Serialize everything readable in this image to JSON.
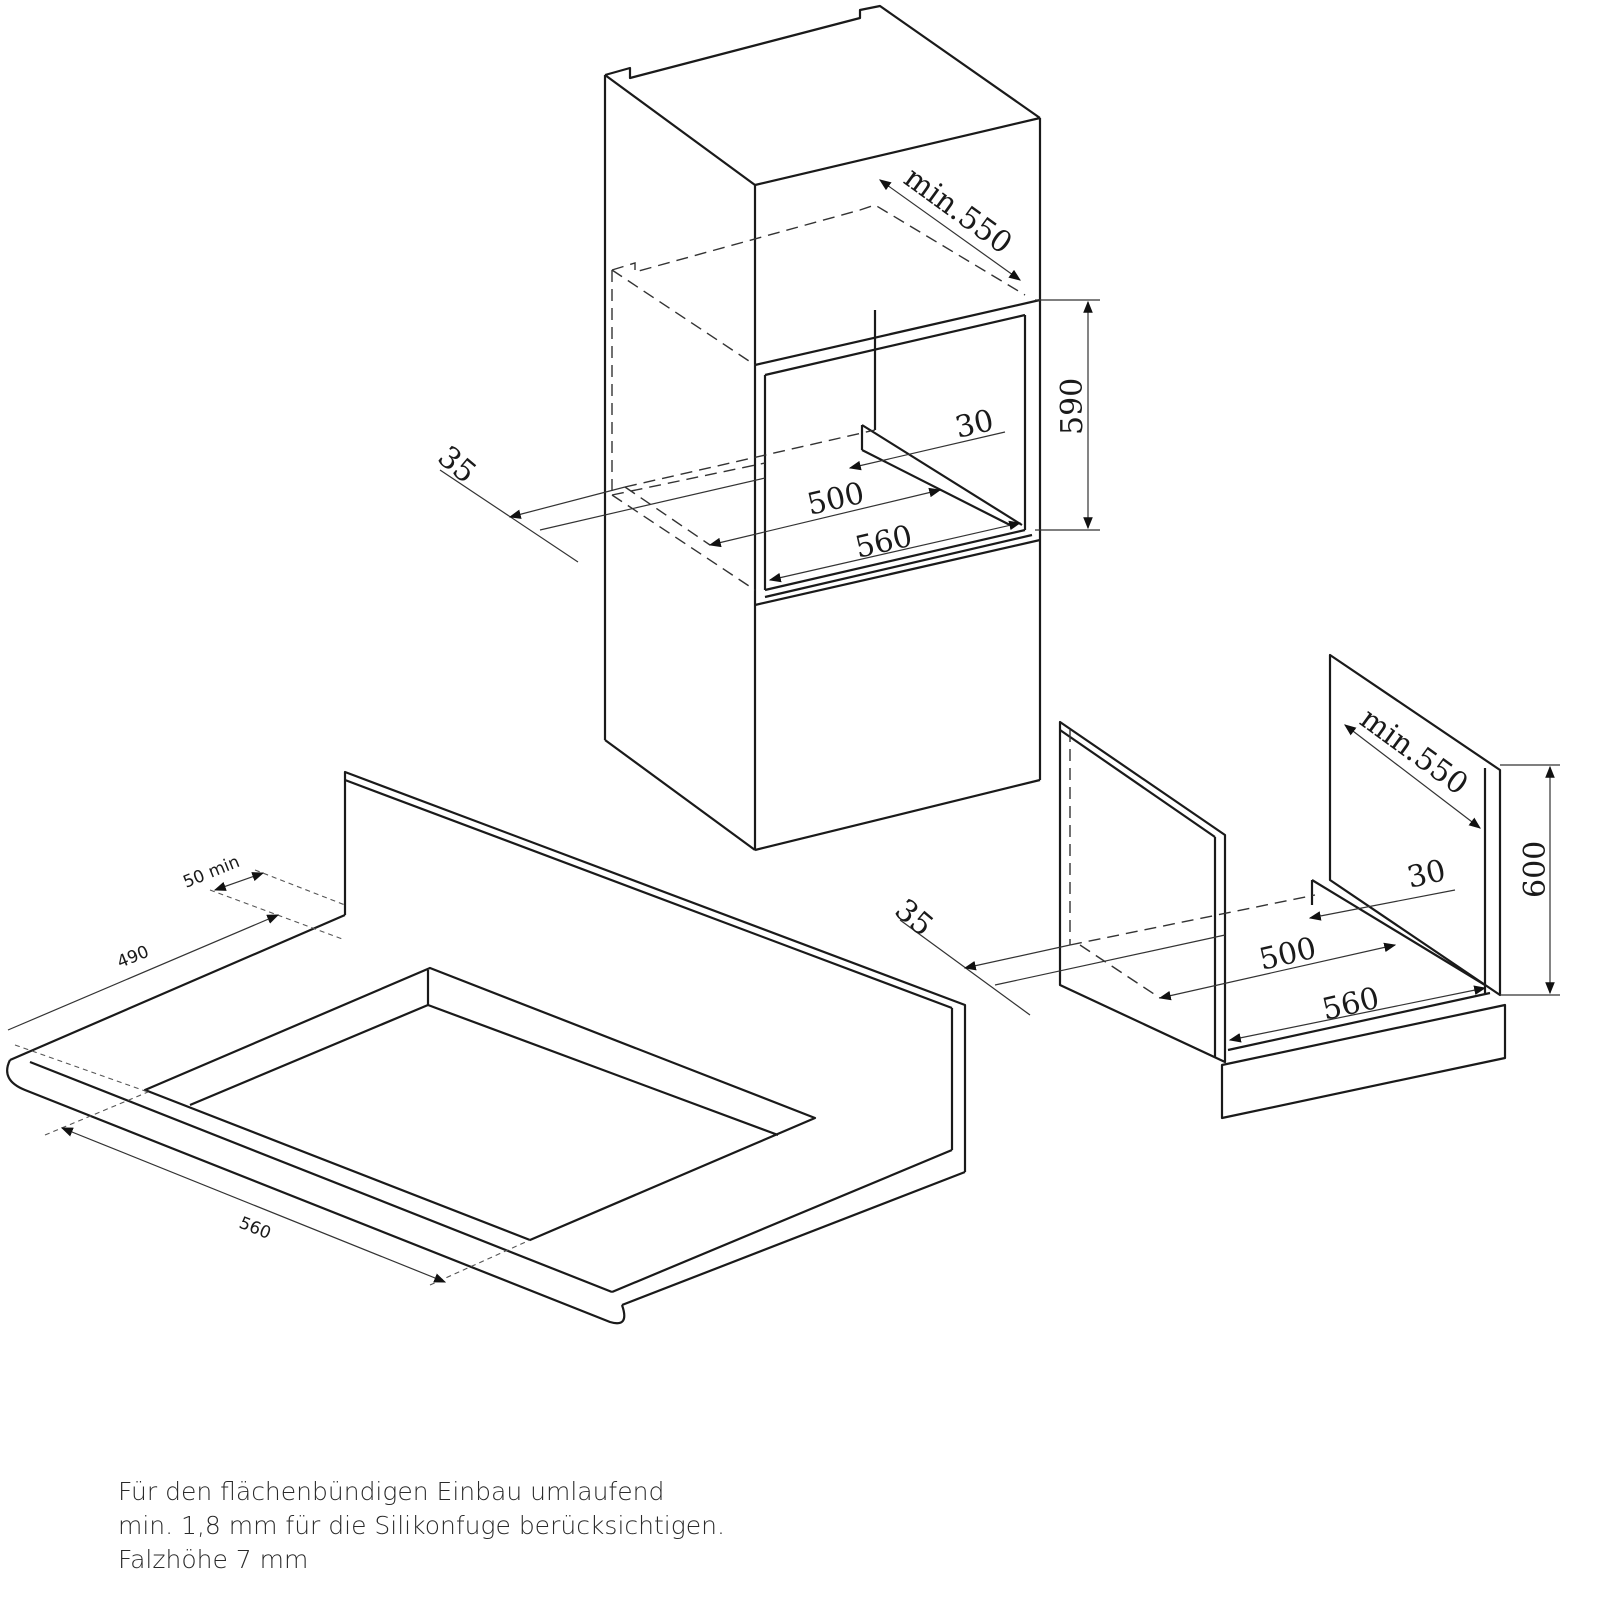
{
  "tall_cabinet": {
    "depth_label": "min.550",
    "height_label": "590",
    "rail_label": "30",
    "inner_width_label": "500",
    "width_label": "560",
    "offset_label": "35"
  },
  "base_cabinet": {
    "depth_label": "min.550",
    "height_label": "600",
    "rail_label": "30",
    "inner_width_label": "500",
    "width_label": "560",
    "offset_label": "35"
  },
  "worktop": {
    "depth_label": "490",
    "gap_label": "50 min",
    "width_label": "560"
  },
  "note": {
    "line1": "Für den flächenbündigen Einbau umlaufend",
    "line2": "min. 1,8 mm für die Silikonfuge berücksichtigen.",
    "line3": "Falzhöhe 7 mm"
  }
}
